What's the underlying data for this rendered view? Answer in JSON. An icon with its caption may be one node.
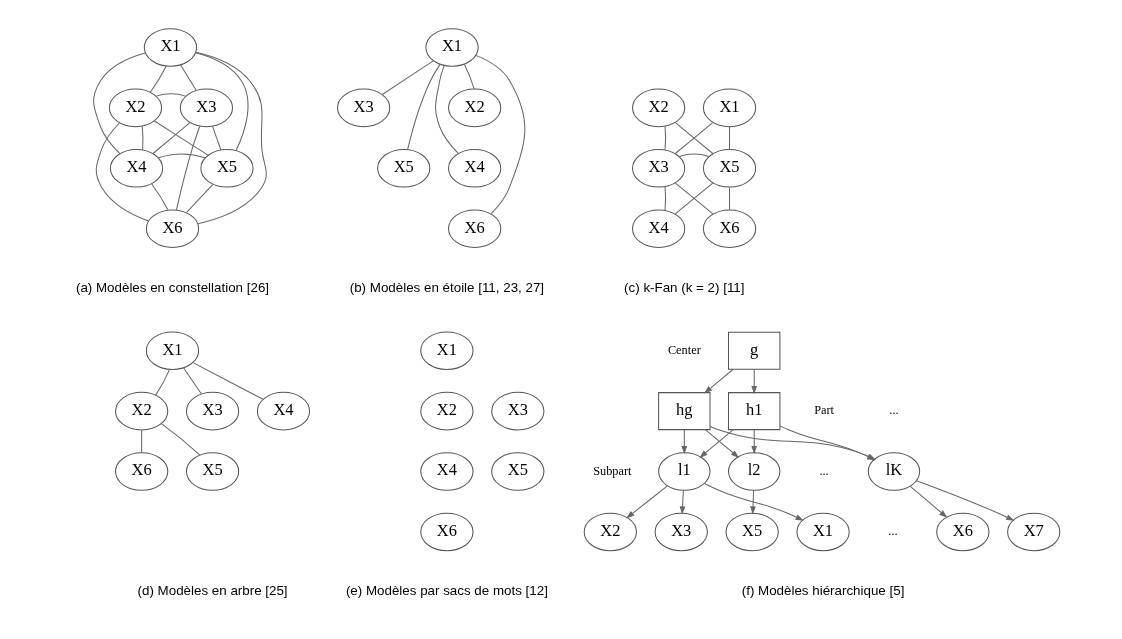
{
  "diagram": {
    "nodes": [
      {
        "text": [
          "X1"
        ]
      },
      {
        "text": [
          "X2"
        ]
      },
      {
        "text": [
          "X3"
        ]
      },
      {
        "text": [
          "X4"
        ]
      },
      {
        "text": [
          "X5"
        ]
      },
      {
        "text": [
          "X6"
        ]
      },
      {
        "text": [
          "X1"
        ]
      },
      {
        "text": [
          "X2"
        ]
      },
      {
        "text": [
          "X3"
        ]
      },
      {
        "text": [
          "X4"
        ]
      },
      {
        "text": [
          "X5"
        ]
      },
      {
        "text": [
          "X6"
        ]
      },
      {
        "text": [
          "X2"
        ]
      },
      {
        "text": [
          "X1"
        ]
      },
      {
        "text": [
          "X3"
        ]
      },
      {
        "text": [
          "X5"
        ]
      },
      {
        "text": [
          "X4"
        ]
      },
      {
        "text": [
          "X6"
        ]
      },
      {
        "text": [
          "X1"
        ]
      },
      {
        "text": [
          "X2"
        ]
      },
      {
        "text": [
          "X3"
        ]
      },
      {
        "text": [
          "X4"
        ]
      },
      {
        "text": [
          "X5"
        ]
      },
      {
        "text": [
          "X6"
        ]
      },
      {
        "text": [
          "X1"
        ]
      },
      {
        "text": [
          "X2"
        ]
      },
      {
        "text": [
          "X3"
        ]
      },
      {
        "text": [
          "X4"
        ]
      },
      {
        "text": [
          "X5"
        ]
      },
      {
        "text": [
          "X6"
        ]
      },
      {
        "text": [
          "g"
        ]
      },
      {
        "text": [
          "h1"
        ]
      },
      {
        "text": [
          "hg"
        ]
      },
      {
        "text": [
          "l1"
        ]
      },
      {
        "text": [
          "l2"
        ]
      },
      {
        "text": [
          "lK"
        ]
      },
      {
        "text": [
          "X1"
        ]
      },
      {
        "text": [
          "X2"
        ]
      },
      {
        "text": [
          "X3"
        ]
      },
      {
        "text": [
          "X5"
        ]
      },
      {
        "text": [
          "X6"
        ]
      },
      {
        "text": [
          "X7"
        ]
      }
    ],
    "edges": [
      {
        "from": 0,
        "to": 1,
        "arrow": "none"
      },
      {
        "from": 0,
        "to": 2,
        "arrow": "none"
      },
      {
        "from": 0,
        "to": 3,
        "arrow": "none"
      },
      {
        "from": 0,
        "to": 4,
        "arrow": "none"
      },
      {
        "from": 0,
        "to": 5,
        "arrow": "none"
      },
      {
        "from": 1,
        "to": 2,
        "arrow": "none"
      },
      {
        "from": 1,
        "to": 3,
        "arrow": "none"
      },
      {
        "from": 1,
        "to": 4,
        "arrow": "none"
      },
      {
        "from": 1,
        "to": 5,
        "arrow": "none"
      },
      {
        "from": 2,
        "to": 3,
        "arrow": "none"
      },
      {
        "from": 2,
        "to": 4,
        "arrow": "none"
      },
      {
        "from": 2,
        "to": 5,
        "arrow": "none"
      },
      {
        "from": 3,
        "to": 4,
        "arrow": "none"
      },
      {
        "from": 3,
        "to": 5,
        "arrow": "none"
      },
      {
        "from": 4,
        "to": 5,
        "arrow": "none"
      },
      {
        "from": 6,
        "to": 7,
        "arrow": "none"
      },
      {
        "from": 6,
        "to": 8,
        "arrow": "none"
      },
      {
        "from": 6,
        "to": 9,
        "arrow": "none"
      },
      {
        "from": 6,
        "to": 10,
        "arrow": "none"
      },
      {
        "from": 6,
        "to": 11,
        "arrow": "none"
      },
      {
        "from": 12,
        "to": 14,
        "arrow": "none"
      },
      {
        "from": 12,
        "to": 15,
        "arrow": "none"
      },
      {
        "from": 13,
        "to": 14,
        "arrow": "none"
      },
      {
        "from": 13,
        "to": 15,
        "arrow": "none"
      },
      {
        "from": 14,
        "to": 15,
        "arrow": "none"
      },
      {
        "from": 14,
        "to": 16,
        "arrow": "none"
      },
      {
        "from": 14,
        "to": 17,
        "arrow": "none"
      },
      {
        "from": 15,
        "to": 16,
        "arrow": "none"
      },
      {
        "from": 15,
        "to": 17,
        "arrow": "none"
      },
      {
        "from": 18,
        "to": 19,
        "arrow": "none"
      },
      {
        "from": 18,
        "to": 20,
        "arrow": "none"
      },
      {
        "from": 18,
        "to": 21,
        "arrow": "none"
      },
      {
        "from": 19,
        "to": 22,
        "arrow": "none"
      },
      {
        "from": 19,
        "to": 23,
        "arrow": "none"
      },
      {
        "from": 30,
        "to": 31,
        "arrow": "to"
      },
      {
        "from": 30,
        "to": 32,
        "arrow": "to"
      },
      {
        "from": 31,
        "to": 33,
        "arrow": "to"
      },
      {
        "from": 31,
        "to": 34,
        "arrow": "to"
      },
      {
        "from": 31,
        "to": 35,
        "arrow": "to"
      },
      {
        "from": 32,
        "to": 33,
        "arrow": "to"
      },
      {
        "from": 32,
        "to": 34,
        "arrow": "to"
      },
      {
        "from": 32,
        "to": 35,
        "arrow": "to"
      },
      {
        "from": 33,
        "to": 36,
        "arrow": "to"
      },
      {
        "from": 33,
        "to": 37,
        "arrow": "to"
      },
      {
        "from": 33,
        "to": 38,
        "arrow": "to"
      },
      {
        "from": 34,
        "to": 39,
        "arrow": "to"
      },
      {
        "from": 35,
        "to": 40,
        "arrow": "to"
      },
      {
        "from": 35,
        "to": 41,
        "arrow": "to"
      }
    ],
    "labels": [
      "(a) Modèles en constellation [26]",
      "(b) Modèles en étoile [11, 23, 27]",
      "(c) k-Fan (k = 2) [11]",
      "Center",
      "Part",
      "...",
      "Subpart",
      "...",
      "...",
      "(d) Modèles en arbre [25]",
      "(e) Modèles par sacs de mots [12]",
      "(f) Modèles hiérarchique [5]"
    ]
  }
}
